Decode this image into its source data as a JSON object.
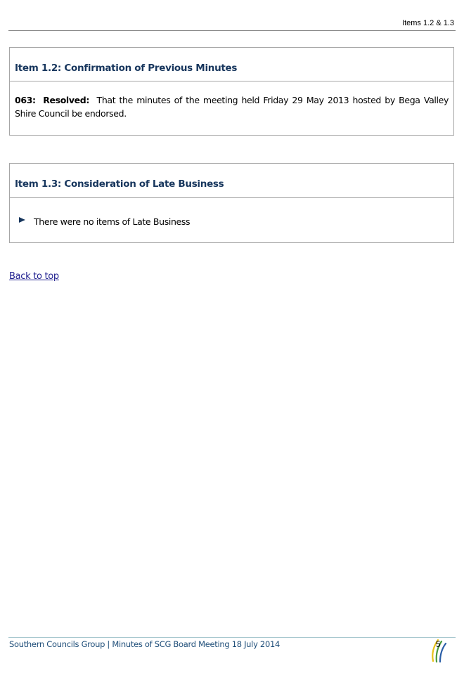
{
  "header": {
    "section_label": "Items 1.2 & 1.3"
  },
  "items": [
    {
      "title": "Item 1.2: Confirmation of Previous Minutes",
      "resolution_number": "063:",
      "resolution_label": "Resolved:",
      "resolution_text": "That the minutes of the meeting held Friday 29 May 2013 hosted by Bega Valley Shire Council be endorsed."
    },
    {
      "title": "Item 1.3: Consideration of Late Business",
      "bullet_icon": "triangle-bullet-icon",
      "bullet_text": "There were no items of Late Business"
    }
  ],
  "back_link": "Back to top",
  "footer": {
    "text": "Southern Councils Group | Minutes of SCG Board Meeting 18 July 2014",
    "page_number": "5",
    "logo_icon": "scg-logo-icon",
    "colors": {
      "accent_navy": "#17365d",
      "link": "#1f1f8f",
      "footer_text": "#1f4e79",
      "logo_yellow": "#e8c21a",
      "logo_green": "#4a9a3e",
      "logo_blue": "#2b5fa8"
    }
  }
}
